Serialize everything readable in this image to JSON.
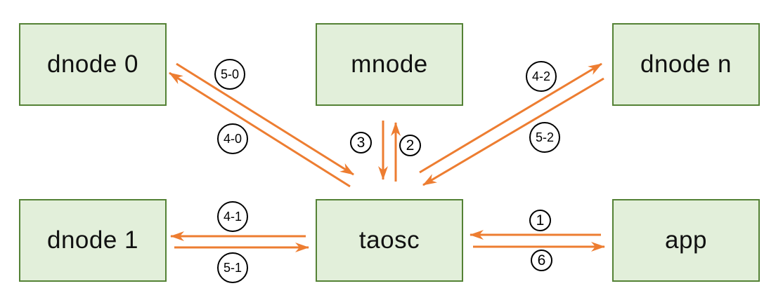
{
  "diagram": {
    "colors": {
      "node_fill": "#e2efda",
      "node_border": "#548235",
      "arrow": "#ed7d31",
      "label_circle": "#000000",
      "background": "#ffffff"
    },
    "nodes": [
      {
        "id": "dnode-0",
        "label": "dnode 0"
      },
      {
        "id": "mnode",
        "label": "mnode"
      },
      {
        "id": "dnode-n",
        "label": "dnode n"
      },
      {
        "id": "dnode-1",
        "label": "dnode 1"
      },
      {
        "id": "taosc",
        "label": "taosc"
      },
      {
        "id": "app",
        "label": "app"
      }
    ],
    "edges": [
      {
        "step": "5-0",
        "from": "dnode 0",
        "to": "taosc"
      },
      {
        "step": "4-0",
        "from": "taosc",
        "to": "dnode 0"
      },
      {
        "step": "3",
        "from": "mnode",
        "to": "taosc"
      },
      {
        "step": "2",
        "from": "taosc",
        "to": "mnode"
      },
      {
        "step": "4-2",
        "from": "taosc",
        "to": "dnode n"
      },
      {
        "step": "5-2",
        "from": "dnode n",
        "to": "taosc"
      },
      {
        "step": "4-1",
        "from": "taosc",
        "to": "dnode 1"
      },
      {
        "step": "5-1",
        "from": "dnode 1",
        "to": "taosc"
      },
      {
        "step": "1",
        "from": "app",
        "to": "taosc"
      },
      {
        "step": "6",
        "from": "taosc",
        "to": "app"
      }
    ]
  }
}
